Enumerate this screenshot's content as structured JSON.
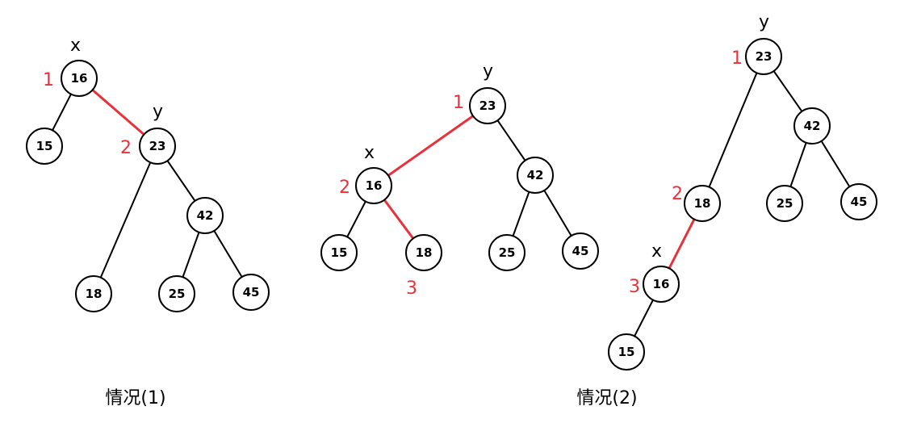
{
  "colors": {
    "edge": "#000000",
    "highlight": "#e8313b",
    "node_stroke": "#000000",
    "node_fill": "#ffffff",
    "number": "#e8313b"
  },
  "diagrams": [
    {
      "caption": "情况(1)",
      "nodes": [
        {
          "id": "16",
          "label": "16"
        },
        {
          "id": "15",
          "label": "15"
        },
        {
          "id": "23",
          "label": "23"
        },
        {
          "id": "42",
          "label": "42"
        },
        {
          "id": "18",
          "label": "18"
        },
        {
          "id": "25",
          "label": "25"
        },
        {
          "id": "45",
          "label": "45"
        }
      ],
      "edges": [
        {
          "from": "16",
          "to": "15",
          "highlight": false
        },
        {
          "from": "16",
          "to": "23",
          "highlight": true
        },
        {
          "from": "23",
          "to": "18",
          "highlight": false
        },
        {
          "from": "23",
          "to": "42",
          "highlight": false
        },
        {
          "from": "42",
          "to": "25",
          "highlight": false
        },
        {
          "from": "42",
          "to": "45",
          "highlight": false
        }
      ],
      "annotations": [
        {
          "text": "x",
          "kind": "var",
          "node": "16"
        },
        {
          "text": "1",
          "kind": "num",
          "node": "16"
        },
        {
          "text": "y",
          "kind": "var",
          "node": "23"
        },
        {
          "text": "2",
          "kind": "num",
          "node": "23"
        }
      ]
    },
    {
      "caption": "",
      "nodes": [
        {
          "id": "23",
          "label": "23"
        },
        {
          "id": "16",
          "label": "16"
        },
        {
          "id": "42",
          "label": "42"
        },
        {
          "id": "15",
          "label": "15"
        },
        {
          "id": "18",
          "label": "18"
        },
        {
          "id": "25",
          "label": "25"
        },
        {
          "id": "45",
          "label": "45"
        }
      ],
      "edges": [
        {
          "from": "23",
          "to": "16",
          "highlight": true
        },
        {
          "from": "23",
          "to": "42",
          "highlight": false
        },
        {
          "from": "16",
          "to": "15",
          "highlight": false
        },
        {
          "from": "16",
          "to": "18",
          "highlight": true
        },
        {
          "from": "42",
          "to": "25",
          "highlight": false
        },
        {
          "from": "42",
          "to": "45",
          "highlight": false
        }
      ],
      "annotations": [
        {
          "text": "y",
          "kind": "var",
          "node": "23"
        },
        {
          "text": "1",
          "kind": "num",
          "node": "23"
        },
        {
          "text": "x",
          "kind": "var",
          "node": "16"
        },
        {
          "text": "2",
          "kind": "num",
          "node": "16"
        },
        {
          "text": "3",
          "kind": "num",
          "node": "18"
        }
      ]
    },
    {
      "caption": "情况(2)",
      "nodes": [
        {
          "id": "23",
          "label": "23"
        },
        {
          "id": "42",
          "label": "42"
        },
        {
          "id": "18",
          "label": "18"
        },
        {
          "id": "25",
          "label": "25"
        },
        {
          "id": "45",
          "label": "45"
        },
        {
          "id": "16",
          "label": "16"
        },
        {
          "id": "15",
          "label": "15"
        }
      ],
      "edges": [
        {
          "from": "23",
          "to": "18",
          "highlight": false
        },
        {
          "from": "23",
          "to": "42",
          "highlight": false
        },
        {
          "from": "42",
          "to": "25",
          "highlight": false
        },
        {
          "from": "42",
          "to": "45",
          "highlight": false
        },
        {
          "from": "18",
          "to": "16",
          "highlight": true
        },
        {
          "from": "16",
          "to": "15",
          "highlight": false
        }
      ],
      "annotations": [
        {
          "text": "y",
          "kind": "var",
          "node": "23"
        },
        {
          "text": "1",
          "kind": "num",
          "node": "23"
        },
        {
          "text": "2",
          "kind": "num",
          "node": "18"
        },
        {
          "text": "x",
          "kind": "var",
          "node": "16"
        },
        {
          "text": "3",
          "kind": "num",
          "node": "16"
        }
      ]
    }
  ]
}
